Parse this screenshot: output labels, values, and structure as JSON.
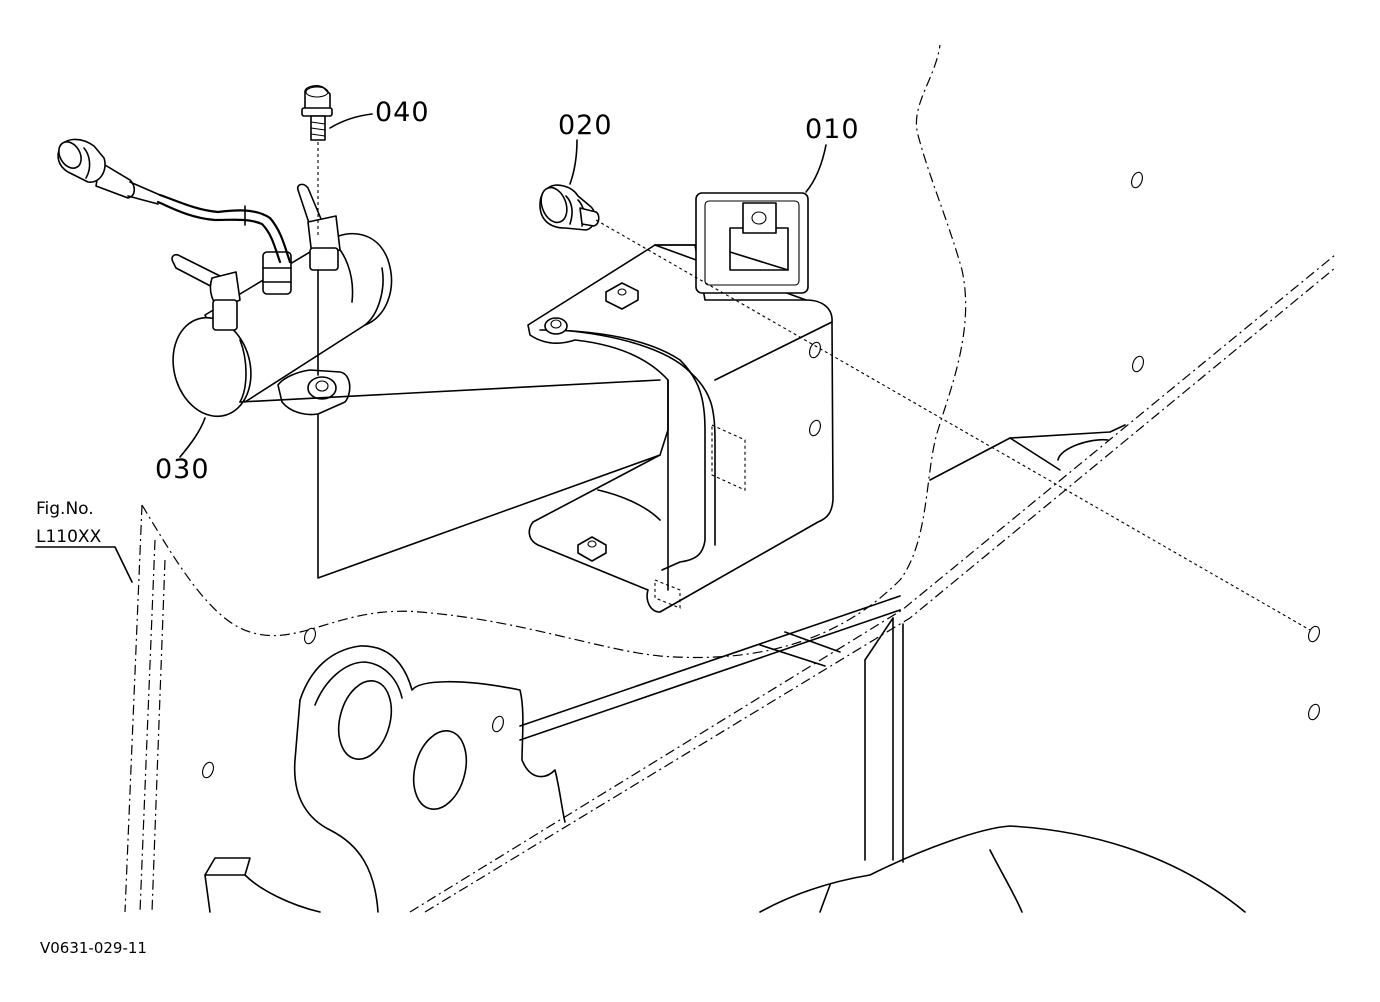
{
  "callouts": {
    "c010": "010",
    "c020": "020",
    "c030": "030",
    "c040": "040"
  },
  "figure": {
    "fig_label": "Fig.No.",
    "fig_number": "L110XX",
    "drawing_code": "V0631-029-11"
  },
  "colors": {
    "line": "#000000",
    "background": "#ffffff"
  }
}
